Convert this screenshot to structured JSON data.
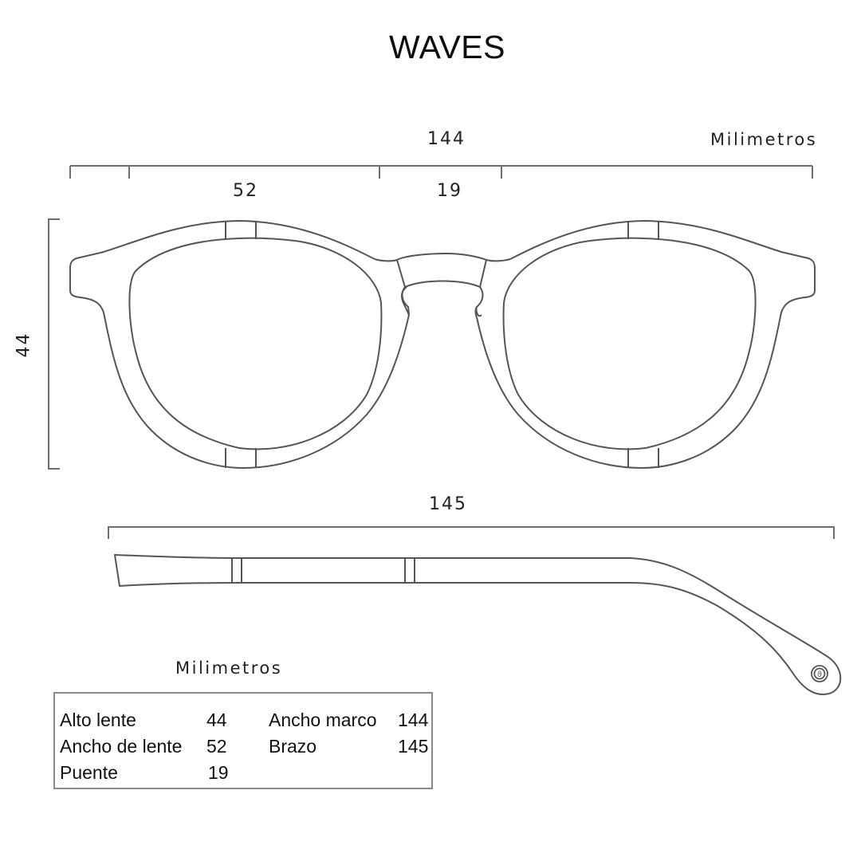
{
  "title": "WAVES",
  "units_label_top": "Milimetros",
  "units_label_table": "Milimetros",
  "front_view": {
    "total_width": "144",
    "lens_width": "52",
    "bridge": "19",
    "lens_height": "44"
  },
  "side_view": {
    "temple_length": "145"
  },
  "specs": {
    "left": [
      {
        "label": "Alto lente",
        "value": "44"
      },
      {
        "label": "Ancho de lente",
        "value": "52"
      },
      {
        "label": "Puente",
        "value": "19"
      }
    ],
    "right": [
      {
        "label": "Ancho marco",
        "value": "144"
      },
      {
        "label": "Brazo",
        "value": "145"
      }
    ]
  },
  "colors": {
    "line": "#555555",
    "dimension_line": "#6e6e6e",
    "table_border": "#8a8a8a",
    "text": "#111111"
  }
}
